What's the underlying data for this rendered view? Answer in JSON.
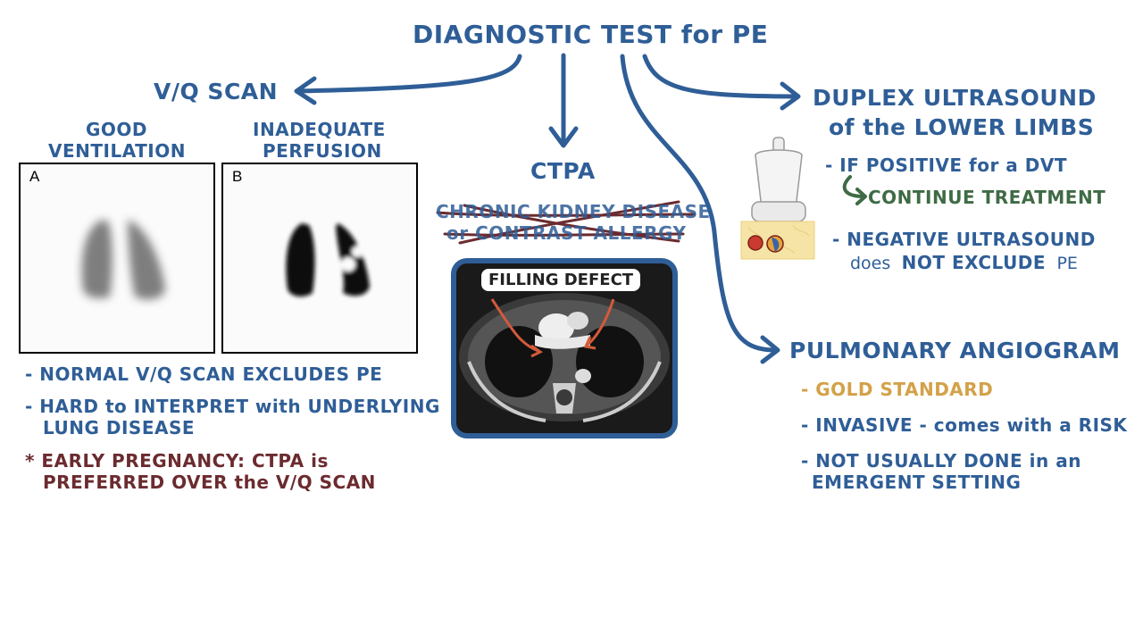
{
  "title": "DIAGNOSTIC TEST for PE",
  "vq": {
    "heading": "V/Q SCAN",
    "good_label_1": "GOOD",
    "good_label_2": "VENTILATION",
    "inadequate_label_1": "INADEQUATE",
    "inadequate_label_2": "PERFUSION",
    "panel_a": "A",
    "panel_b": "B",
    "bullet_1": "- NORMAL V/Q SCAN EXCLUDES PE",
    "bullet_2_line_1": "- HARD to INTERPRET with UNDERLYING",
    "bullet_2_line_2": "LUNG DISEASE",
    "note_line_1": "* EARLY PREGNANCY: CTPA is",
    "note_line_2": "PREFERRED OVER the V/Q SCAN"
  },
  "ctpa": {
    "heading": "CTPA",
    "contra_1": "CHRONIC KIDNEY DISEASE",
    "contra_2": "or CONTRAST ALLERGY",
    "defect_label": "FILLING DEFECT"
  },
  "duplex": {
    "heading_1": "DUPLEX ULTRASOUND",
    "heading_2": "of the LOWER LIMBS",
    "bullet_1": "- IF POSITIVE for a DVT",
    "continue": "CONTINUE TREATMENT",
    "bullet_2_line_1": "- NEGATIVE ULTRASOUND",
    "bullet_2_line_2a": "does",
    "bullet_2_line_2b": "NOT EXCLUDE",
    "bullet_2_line_2c": "PE"
  },
  "angiogram": {
    "heading": "PULMONARY ANGIOGRAM",
    "bullet_1": "- GOLD STANDARD",
    "bullet_2": "- INVASIVE - comes with a RISK",
    "bullet_3_line_1": "- NOT USUALLY DONE in an",
    "bullet_3_line_2": "EMERGENT SETTING"
  },
  "colors": {
    "blue": "#2f5e97",
    "maroon": "#6b2b2f",
    "gold": "#d3a148",
    "green": "#3f6b45"
  }
}
